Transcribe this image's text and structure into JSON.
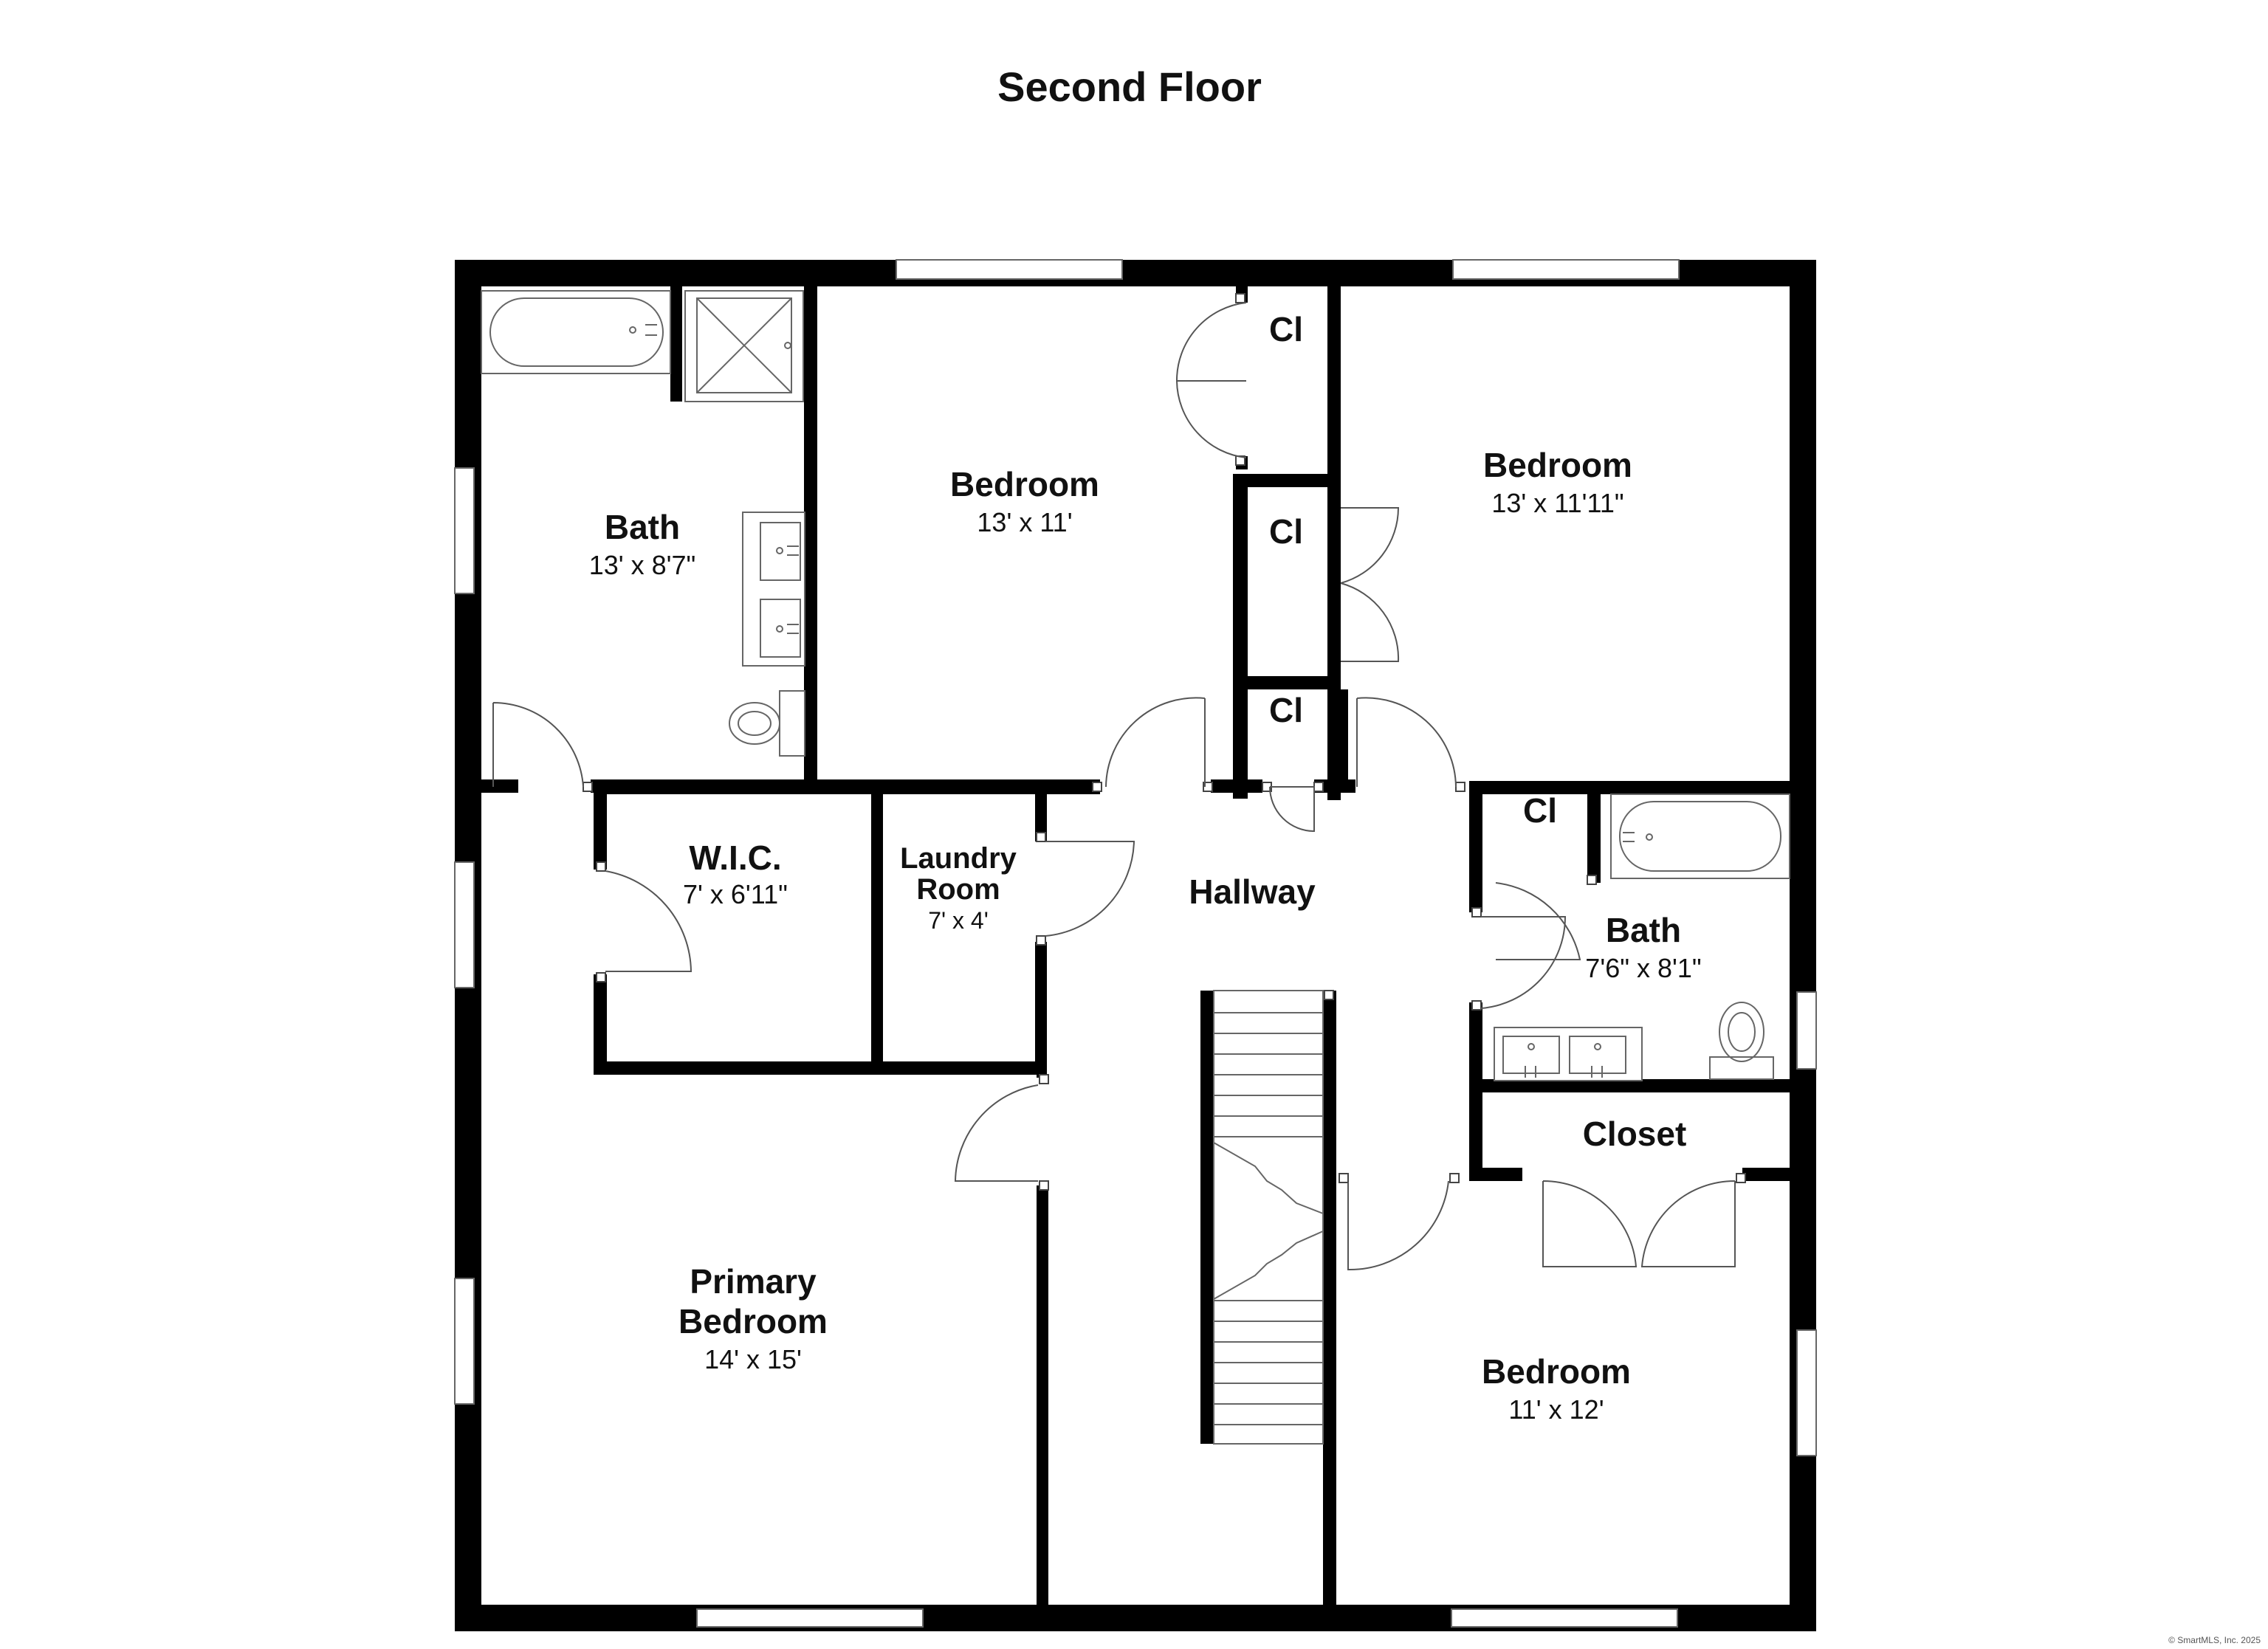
{
  "title": "Second Floor",
  "credit": "© SmartMLS, Inc. 2025",
  "rooms": {
    "bath_primary": {
      "name": "Bath",
      "dims": "13' x 8'7\""
    },
    "bedroom_1": {
      "name": "Bedroom",
      "dims": "13' x 11'"
    },
    "closet_1": {
      "name": "Cl"
    },
    "bedroom_2": {
      "name": "Bedroom",
      "dims": "13' x 11'11\""
    },
    "closet_2": {
      "name": "Cl"
    },
    "closet_3": {
      "name": "Cl"
    },
    "wic": {
      "name": "W.I.C.",
      "dims": "7' x 6'11\""
    },
    "laundry": {
      "name_line1": "Laundry",
      "name_line2": "Room",
      "dims": "7' x 4'"
    },
    "hallway": {
      "name": "Hallway"
    },
    "closet_4": {
      "name": "Cl"
    },
    "bath_2": {
      "name": "Bath",
      "dims": "7'6\" x 8'1\""
    },
    "closet_big": {
      "name": "Closet"
    },
    "primary_bedroom": {
      "name_line1": "Primary",
      "name_line2": "Bedroom",
      "dims": "14' x 15'"
    },
    "bedroom_3": {
      "name": "Bedroom",
      "dims": "11' x 12'"
    }
  }
}
